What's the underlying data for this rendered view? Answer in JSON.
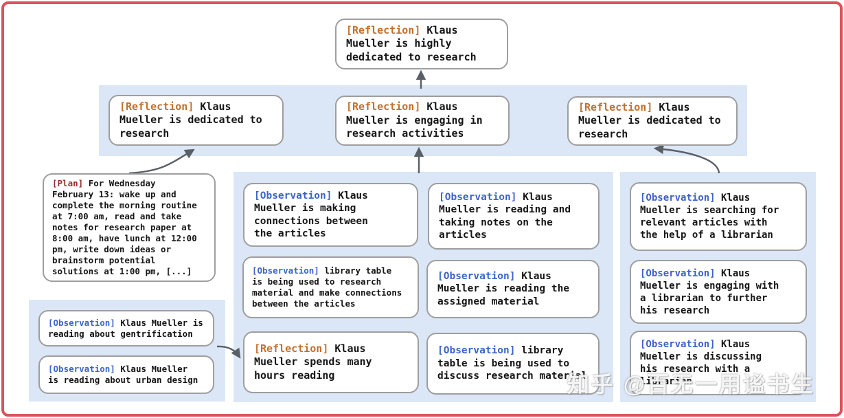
{
  "colors": {
    "border": "#dc5359",
    "band": "#dbe7f7",
    "box_border": "#9e9e9e",
    "reflection_tag": "#c1712f",
    "observation_tag": "#3d63c9",
    "plan_tag": "#942f2a",
    "arrow": "#5a5f66",
    "text": "#151515"
  },
  "nodes": {
    "top_reflection": {
      "tag": "[Reflection]",
      "body": "Klaus\nMueller is highly\ndedicated to research"
    },
    "reflection_left": {
      "tag": "[Reflection]",
      "body": "Klaus\nMueller is dedicated to\nresearch"
    },
    "reflection_middle": {
      "tag": "[Reflection]",
      "body": "Klaus\nMueller is engaging in\nresearch activities"
    },
    "reflection_right": {
      "tag": "[Reflection]",
      "body": "Klaus\nMueller is dedicated to\nresearch"
    },
    "plan": {
      "tag": "[Plan]",
      "body": "For Wednesday\nFebruary 13: wake up and\ncomplete the morning routine\nat 7:00 am, read and take\nnotes for research paper at\n8:00 am, have lunch at 12:00\npm, write down ideas or\nbrainstorm potential\nsolutions at 1:00 pm, [...]"
    },
    "left_obs_1": {
      "tag": "[Observation]",
      "body": "Klaus Mueller is\nreading about gentrification"
    },
    "left_obs_2": {
      "tag": "[Observation]",
      "body": "Klaus Mueller\nis reading about urban design"
    },
    "mid_col1_obs_1": {
      "tag": "[Observation]",
      "body": "Klaus\nMueller is making\nconnections between\nthe articles"
    },
    "mid_col1_obs_2": {
      "tag": "[Observation]",
      "body": "library table\nis being used to research\nmaterial and make connections\nbetween the articles"
    },
    "mid_col1_reflection": {
      "tag": "[Reflection]",
      "body": "Klaus\nMueller spends many\nhours reading"
    },
    "mid_col2_obs_1": {
      "tag": "[Observation]",
      "body": "Klaus\nMueller is reading and\ntaking notes on the\narticles"
    },
    "mid_col2_obs_2": {
      "tag": "[Observation]",
      "body": "Klaus\nMueller is reading the\nassigned material"
    },
    "mid_col2_obs_3": {
      "tag": "[Observation]",
      "body": "library\ntable is being used to\ndiscuss research material"
    },
    "right_obs_1": {
      "tag": "[Observation]",
      "body": "Klaus\nMueller is searching for\nrelevant articles with\nthe help of a librarian"
    },
    "right_obs_2": {
      "tag": "[Observation]",
      "body": "Klaus\nMueller is engaging with\na librarian to further\nhis research"
    },
    "right_obs_3": {
      "tag": "[Observation]",
      "body": "Klaus\nMueller is discussing\nhis research with a\nlibrarian"
    }
  },
  "watermark": "知乎 @百无一用谧书生"
}
